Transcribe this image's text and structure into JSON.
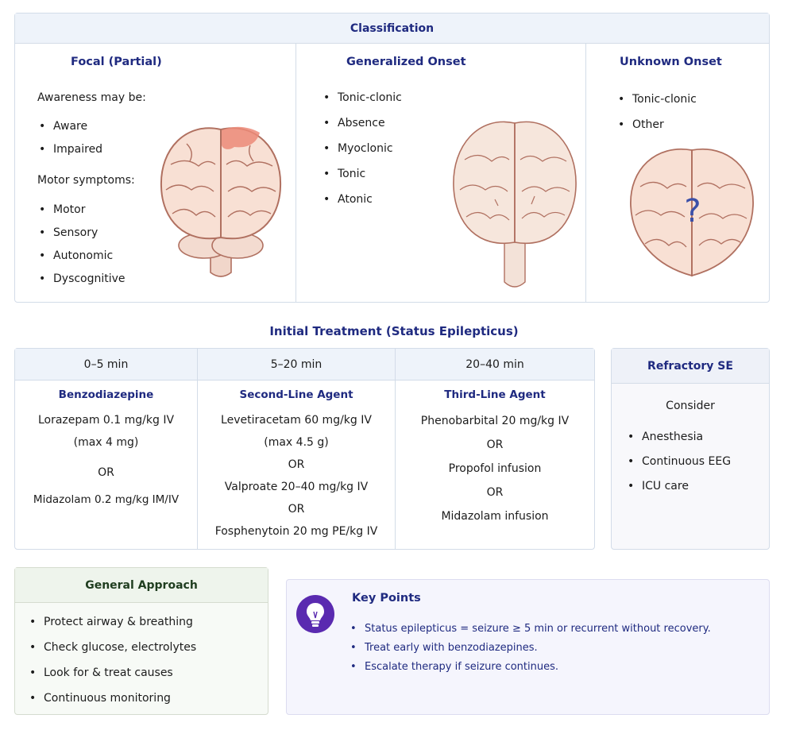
{
  "classification": {
    "title": "Classification",
    "focal": {
      "title": "Focal (Partial)",
      "awareness_label": "Awareness may be:",
      "awareness_items": [
        "Aware",
        "Impaired"
      ],
      "motor_label": "Motor symptoms:",
      "motor_items": [
        "Motor",
        "Sensory",
        "Autonomic",
        "Dyscognitive"
      ]
    },
    "generalized": {
      "title": "Generalized Onset",
      "items": [
        "Tonic-clonic",
        "Absence",
        "Myoclonic",
        "Tonic",
        "Atonic"
      ]
    },
    "unknown": {
      "title": "Unknown Onset",
      "items": [
        "Tonic-clonic",
        "Other"
      ],
      "question_mark": "?"
    }
  },
  "treatment": {
    "title": "Initial Treatment (Status Epilepticus)",
    "stages": [
      {
        "time": "0–5 min",
        "title": "Benzodiazepine",
        "lines": [
          "Lorazepam 0.1 mg/kg IV",
          "(max 4 mg)",
          "OR",
          "Midazolam 0.2 mg/kg IM/IV"
        ]
      },
      {
        "time": "5–20 min",
        "title": "Second-Line Agent",
        "lines": [
          "Levetiracetam 60 mg/kg IV",
          "(max 4.5 g)",
          "OR",
          "Valproate 20–40 mg/kg IV",
          "OR",
          "Fosphenytoin 20 mg PE/kg IV"
        ]
      },
      {
        "time": "20–40 min",
        "title": "Third-Line Agent",
        "lines": [
          "Phenobarbital 20 mg/kg IV",
          "OR",
          "Propofol infusion",
          "OR",
          "Midazolam infusion"
        ]
      }
    ],
    "refractory": {
      "title": "Refractory SE",
      "consider": "Consider",
      "items": [
        "Anesthesia",
        "Continuous EEG",
        "ICU care"
      ]
    }
  },
  "general_approach": {
    "title": "General Approach",
    "items": [
      "Protect airway & breathing",
      "Check glucose, electrolytes",
      "Look for & treat causes",
      "Continuous monitoring"
    ]
  },
  "key_points": {
    "title": "Key Points",
    "icon": "lightbulb-icon",
    "items": [
      "Status epilepticus = seizure ≥ 5 min or recurrent without recovery.",
      "Treat early with benzodiazepines.",
      "Escalate therapy if seizure continues."
    ]
  },
  "colors": {
    "title_navy": "#1f2a80",
    "brain_fill": "#f8e0d4",
    "brain_stroke": "#b07060",
    "focal_highlight": "#ec8a78",
    "icon_purple": "#5a2ab0"
  }
}
